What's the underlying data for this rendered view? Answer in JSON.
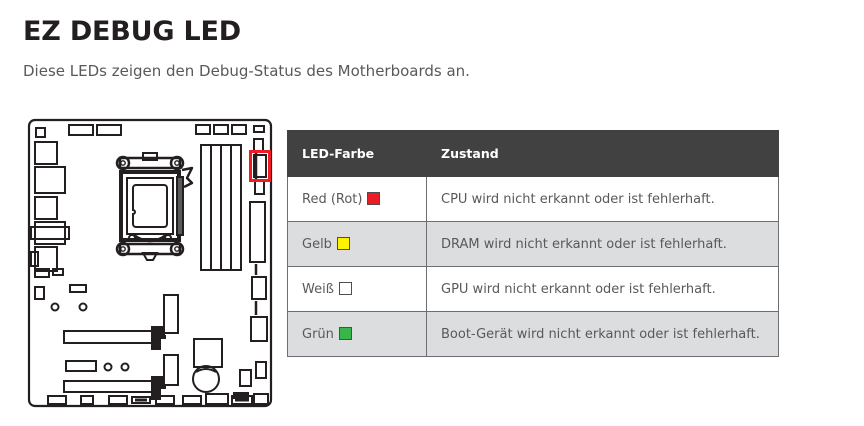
{
  "page": {
    "heading": "EZ DEBUG LED",
    "subtitle": "Diese LEDs zeigen den Debug-Status des Motherboards an."
  },
  "diagram": {
    "name": "motherboard-diagram",
    "highlight_color": "#ED1C24",
    "outline_color": "#231f20",
    "highlight_label": "ez-debug-led-location"
  },
  "table": {
    "headers": {
      "color": "LED-Farbe",
      "state": "Zustand"
    },
    "header_bg": "#414141",
    "header_text_color": "#FFFFFF",
    "alt_row_bg": "#DCDDDF",
    "rows": [
      {
        "color_label": "Red (Rot)",
        "swatch_color": "#ED1C24",
        "swatch_name": "led-swatch-red",
        "state": "CPU wird nicht erkannt oder ist fehlerhaft."
      },
      {
        "color_label": "Gelb",
        "swatch_color": "#FFF200",
        "swatch_name": "led-swatch-yellow",
        "state": "DRAM wird nicht erkannt oder ist fehlerhaft."
      },
      {
        "color_label": "Weiß",
        "swatch_color": "#FFFFFF",
        "swatch_name": "led-swatch-white",
        "state": "GPU wird nicht erkannt oder ist fehlerhaft."
      },
      {
        "color_label": "Grün",
        "swatch_color": "#39B54A",
        "swatch_name": "led-swatch-green",
        "state": "Boot-Gerät wird nicht erkannt oder ist fehlerhaft."
      }
    ]
  }
}
